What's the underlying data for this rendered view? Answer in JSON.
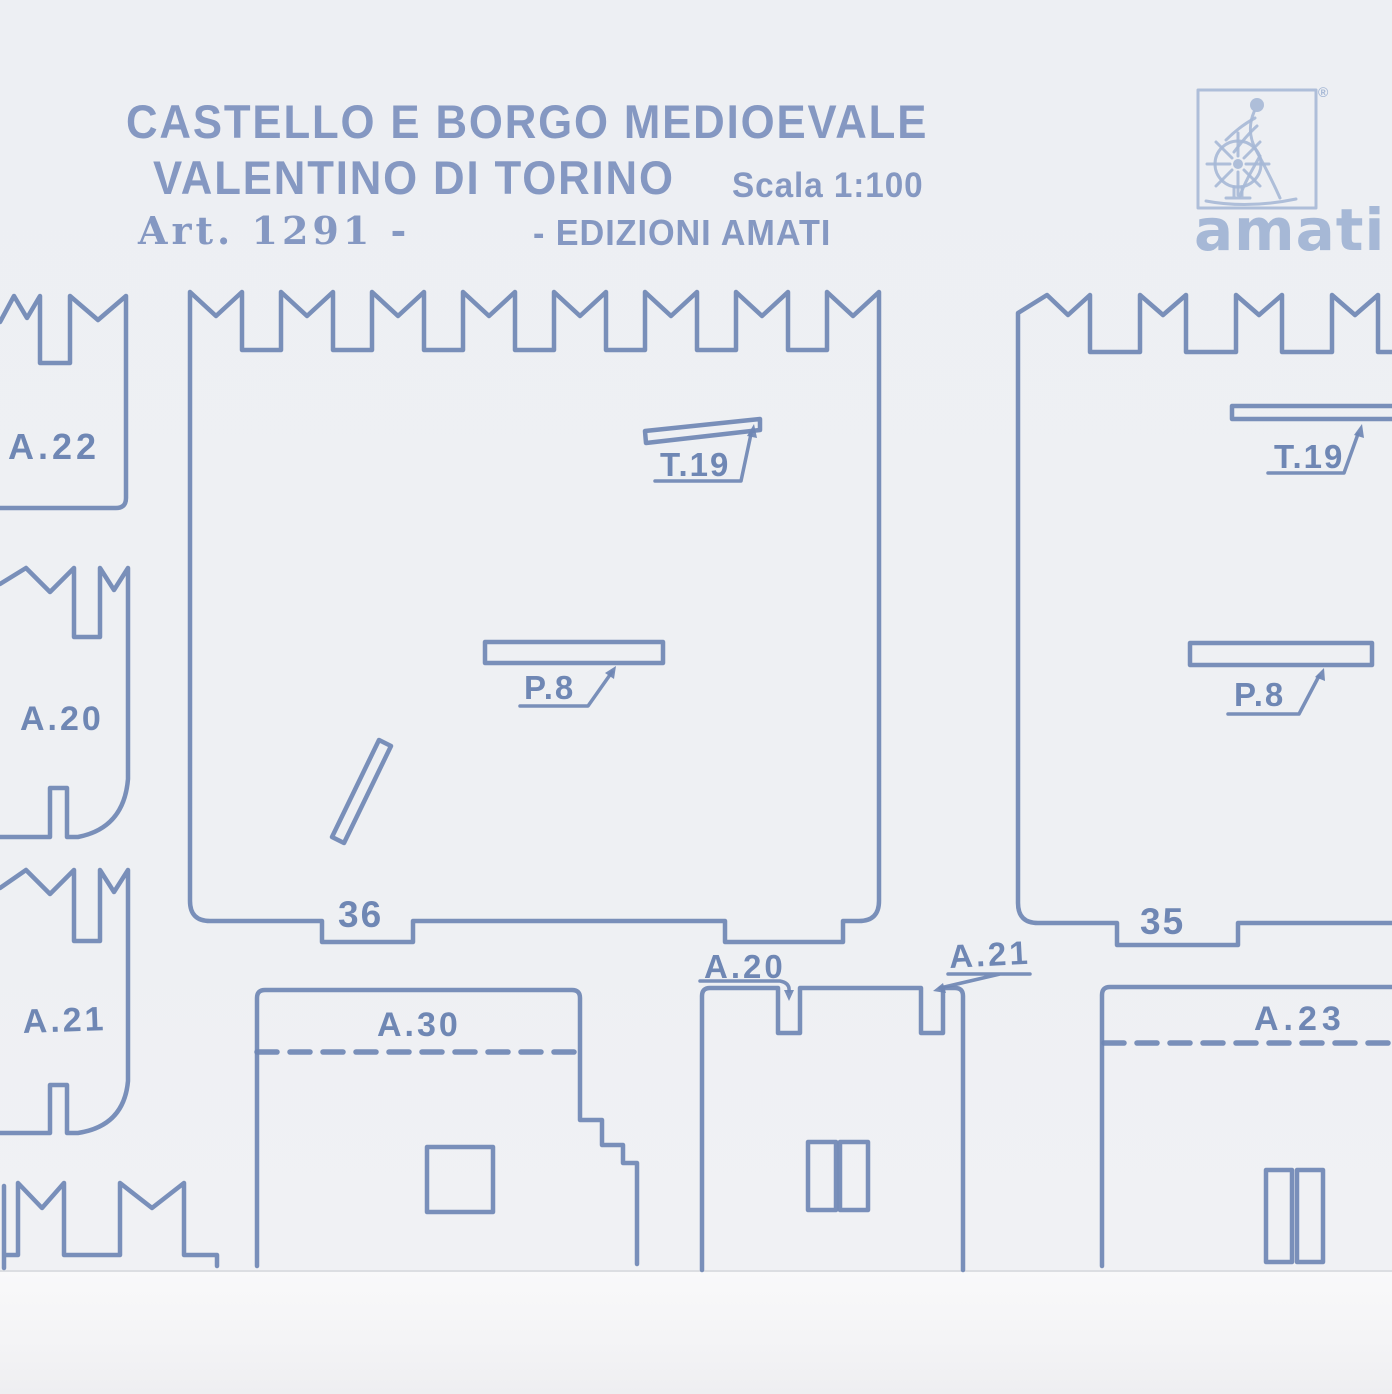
{
  "colors": {
    "ink": "#6f87b4",
    "ink_faint": "#a6b8d6",
    "title_ink": "#8598c2",
    "paper": "#edeff3",
    "surface": "#f7f7f9"
  },
  "title_block": {
    "line1": "CASTELLO E BORGO MEDIOEVALE",
    "line2": "VALENTINO DI TORINO",
    "scale": "Scala 1:100",
    "article": "Art. 1291 -",
    "edition": "- EDIZIONI  AMATI"
  },
  "logo": {
    "wordmark": "amati",
    "registered": "®"
  },
  "parts": {
    "left_column": {
      "top_label": "A.22",
      "middle_label": "A.20",
      "bottom_label": "A.21"
    },
    "center_wall": {
      "part_number": "36",
      "tile_strip_label": "T.19",
      "plank_strip_label": "P.8"
    },
    "right_wall": {
      "part_number": "35",
      "tile_strip_label": "T.19",
      "plank_strip_label": "P.8"
    },
    "bottom_row": {
      "left_label": "A.30",
      "middle_notch_left": "A.20",
      "middle_notch_right": "A.21",
      "right_label": "A.23"
    }
  }
}
